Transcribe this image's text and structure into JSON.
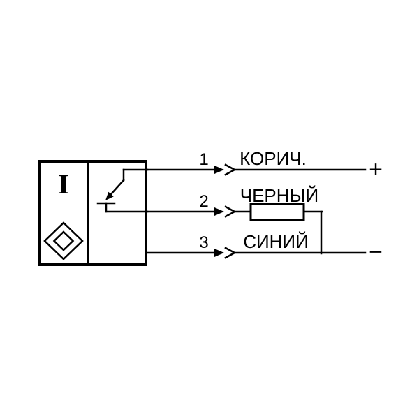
{
  "sensor": {
    "logo": "I"
  },
  "pins": [
    {
      "number": "1",
      "color_label": "КОРИЧ."
    },
    {
      "number": "2",
      "color_label": "ЧЕРНЫЙ"
    },
    {
      "number": "3",
      "color_label": "СИНИЙ"
    }
  ],
  "terminals": {
    "plus": "+",
    "minus": "−"
  },
  "colors": {
    "line": "#000000",
    "background": "#ffffff"
  }
}
